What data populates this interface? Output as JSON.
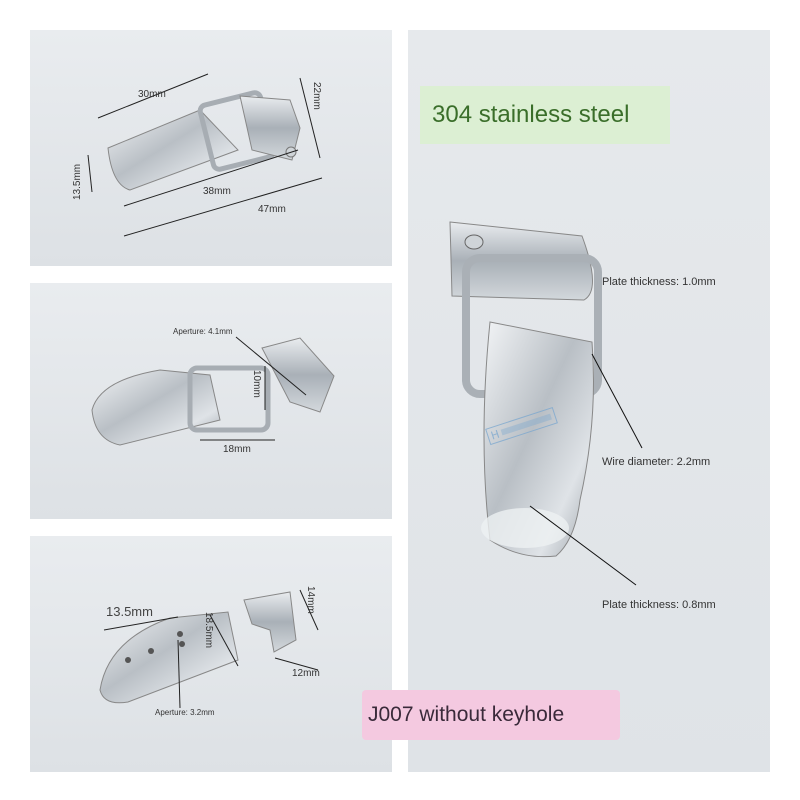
{
  "panel1": {
    "dims": {
      "width_top": "30mm",
      "height_right": "22mm",
      "height_left": "13.5mm",
      "length_mid": "38mm",
      "length_total": "47mm"
    }
  },
  "panel2": {
    "aperture": "Aperture: 4.1mm",
    "dims": {
      "gap": "10mm",
      "width": "18mm"
    }
  },
  "panel3": {
    "aperture": "Aperture: 3.2mm",
    "dims": {
      "hole_spacing": "13.5mm",
      "width": "18.5mm",
      "hook_height": "14mm",
      "hook_width": "12mm"
    }
  },
  "panel4": {
    "material": "304 stainless steel",
    "plate_thickness_top": "Plate thickness: 1.0mm",
    "wire_diameter": "Wire diameter: 2.2mm",
    "plate_thickness_bottom": "Plate thickness: 0.8mm"
  },
  "model_label": "J007 without keyhole",
  "colors": {
    "panel_bg": "#e4e7ea",
    "metal": "#c7ccd1",
    "material_bg": "#dcefd3",
    "model_bg": "#f4c9e0"
  }
}
